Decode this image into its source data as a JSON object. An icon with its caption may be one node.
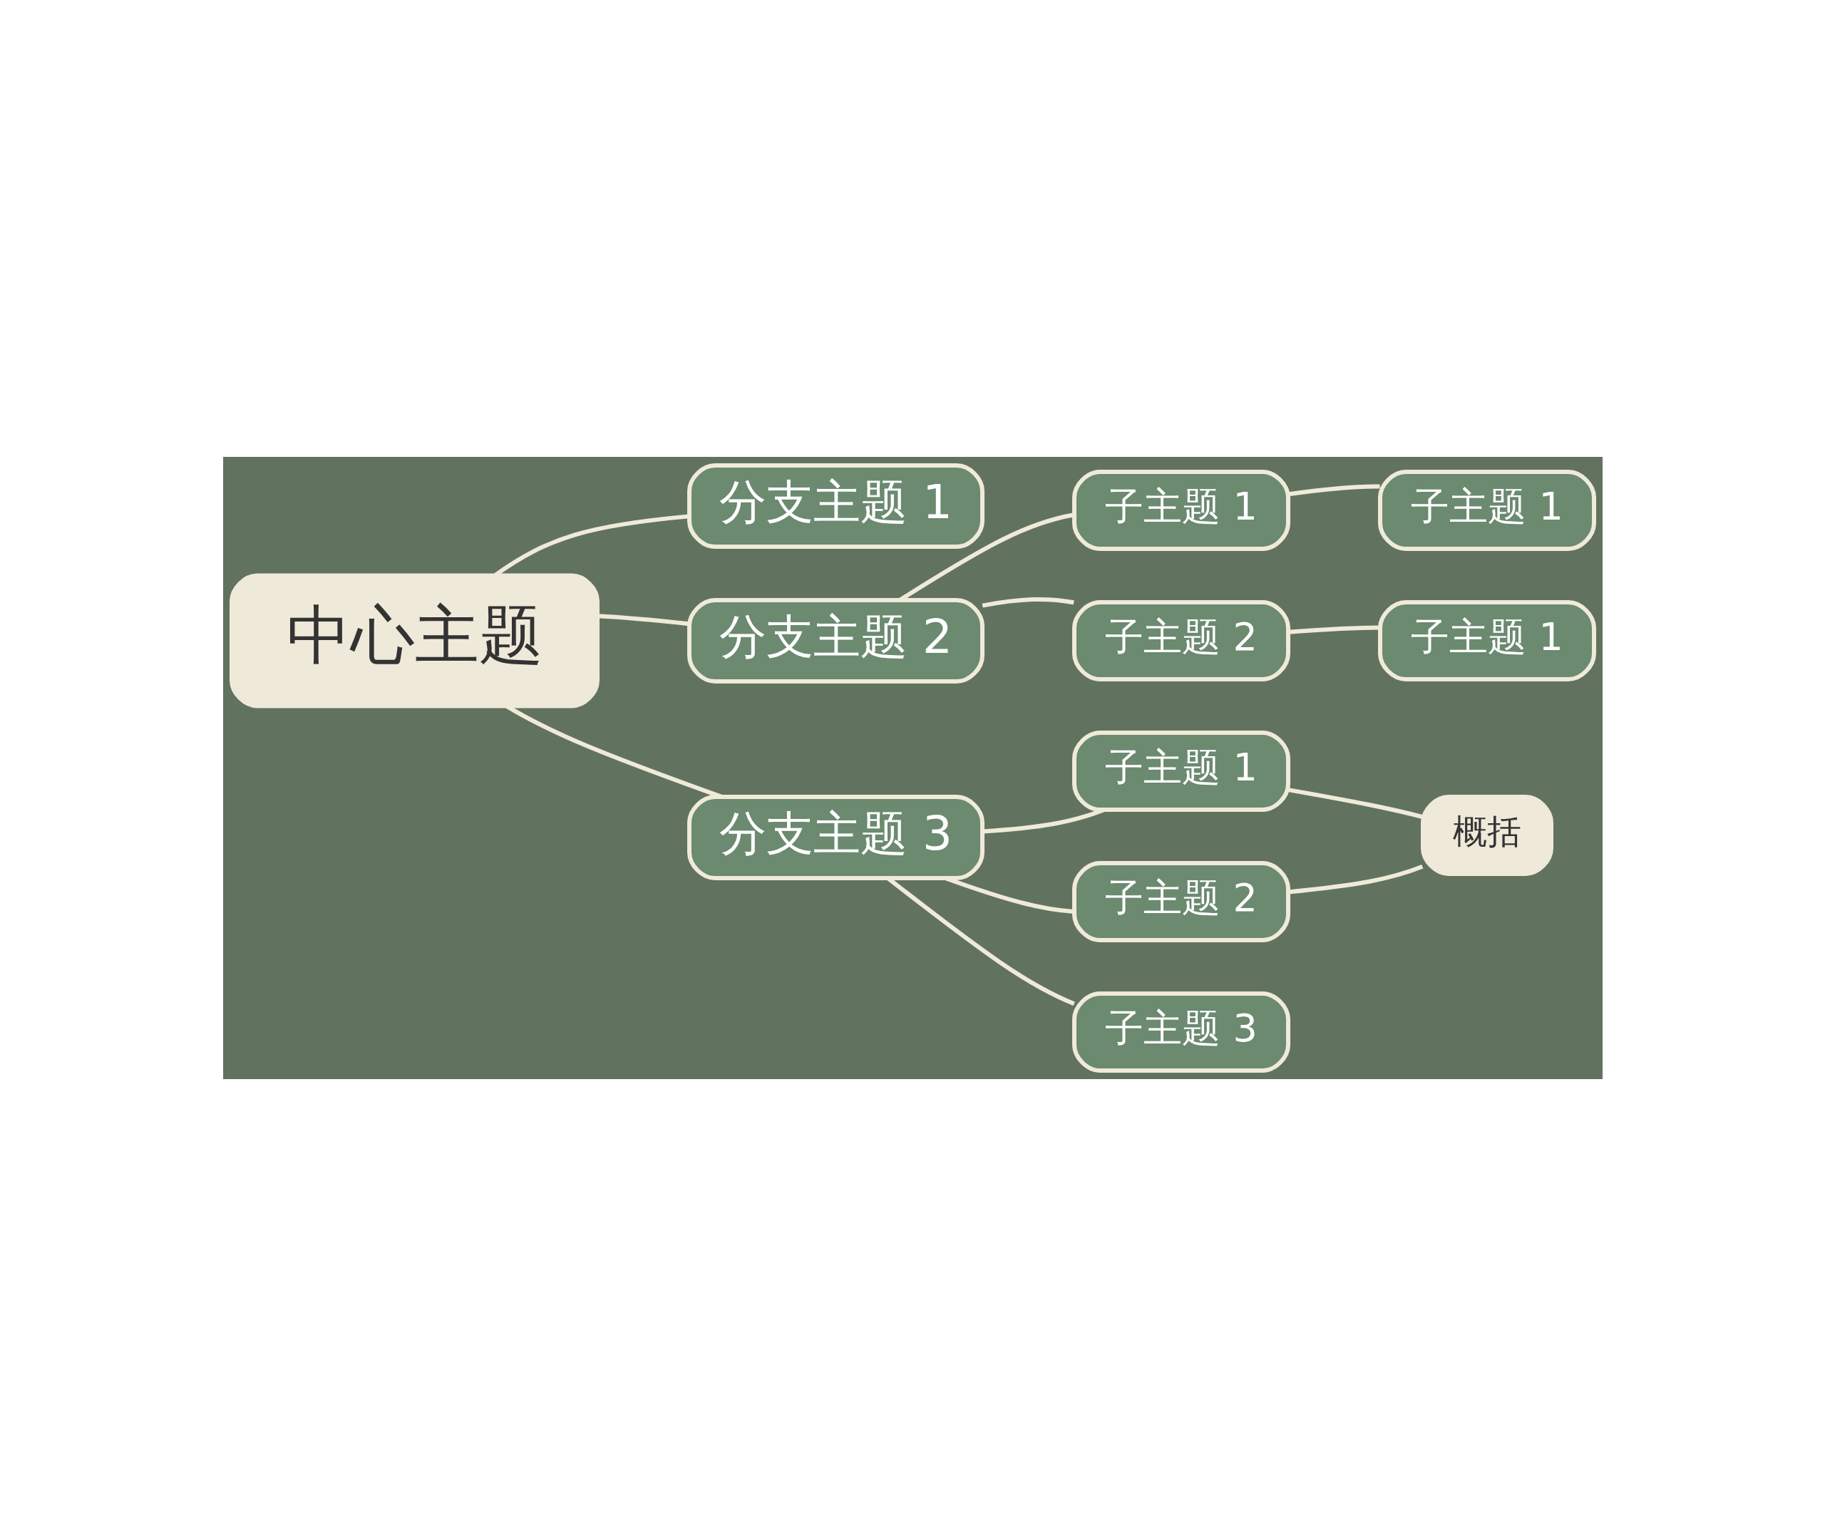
{
  "diagram": {
    "nodes": [
      {
        "text": [
          "中心主题"
        ]
      },
      {
        "text": [
          "分支主题 1"
        ]
      },
      {
        "text": [
          "分支主题 2"
        ]
      },
      {
        "text": [
          "子主题 1"
        ]
      },
      {
        "text": [
          "子主题 1"
        ]
      },
      {
        "text": [
          "子主题 2"
        ]
      },
      {
        "text": [
          "子主题 1"
        ]
      },
      {
        "text": [
          "分支主题 3"
        ]
      },
      {
        "text": [
          "子主题 1"
        ]
      },
      {
        "text": [
          "子主题 2"
        ]
      },
      {
        "text": [
          "子主题 3"
        ]
      },
      {
        "text": [
          "概括"
        ]
      }
    ],
    "edges": [
      {
        "from": 0,
        "to": 1,
        "arrow": "none"
      },
      {
        "from": 0,
        "to": 2,
        "arrow": "none"
      },
      {
        "from": 0,
        "to": 7,
        "arrow": "none"
      },
      {
        "from": 2,
        "to": 3,
        "arrow": "none"
      },
      {
        "from": 3,
        "to": 4,
        "arrow": "none"
      },
      {
        "from": 2,
        "to": 5,
        "arrow": "none"
      },
      {
        "from": 5,
        "to": 6,
        "arrow": "none"
      },
      {
        "from": 7,
        "to": 8,
        "arrow": "none"
      },
      {
        "from": 7,
        "to": 9,
        "arrow": "none"
      },
      {
        "from": 7,
        "to": 10,
        "arrow": "none"
      },
      {
        "from": 8,
        "to": 11,
        "arrow": "none"
      },
      {
        "from": 9,
        "to": 11,
        "arrow": "none"
      }
    ]
  }
}
